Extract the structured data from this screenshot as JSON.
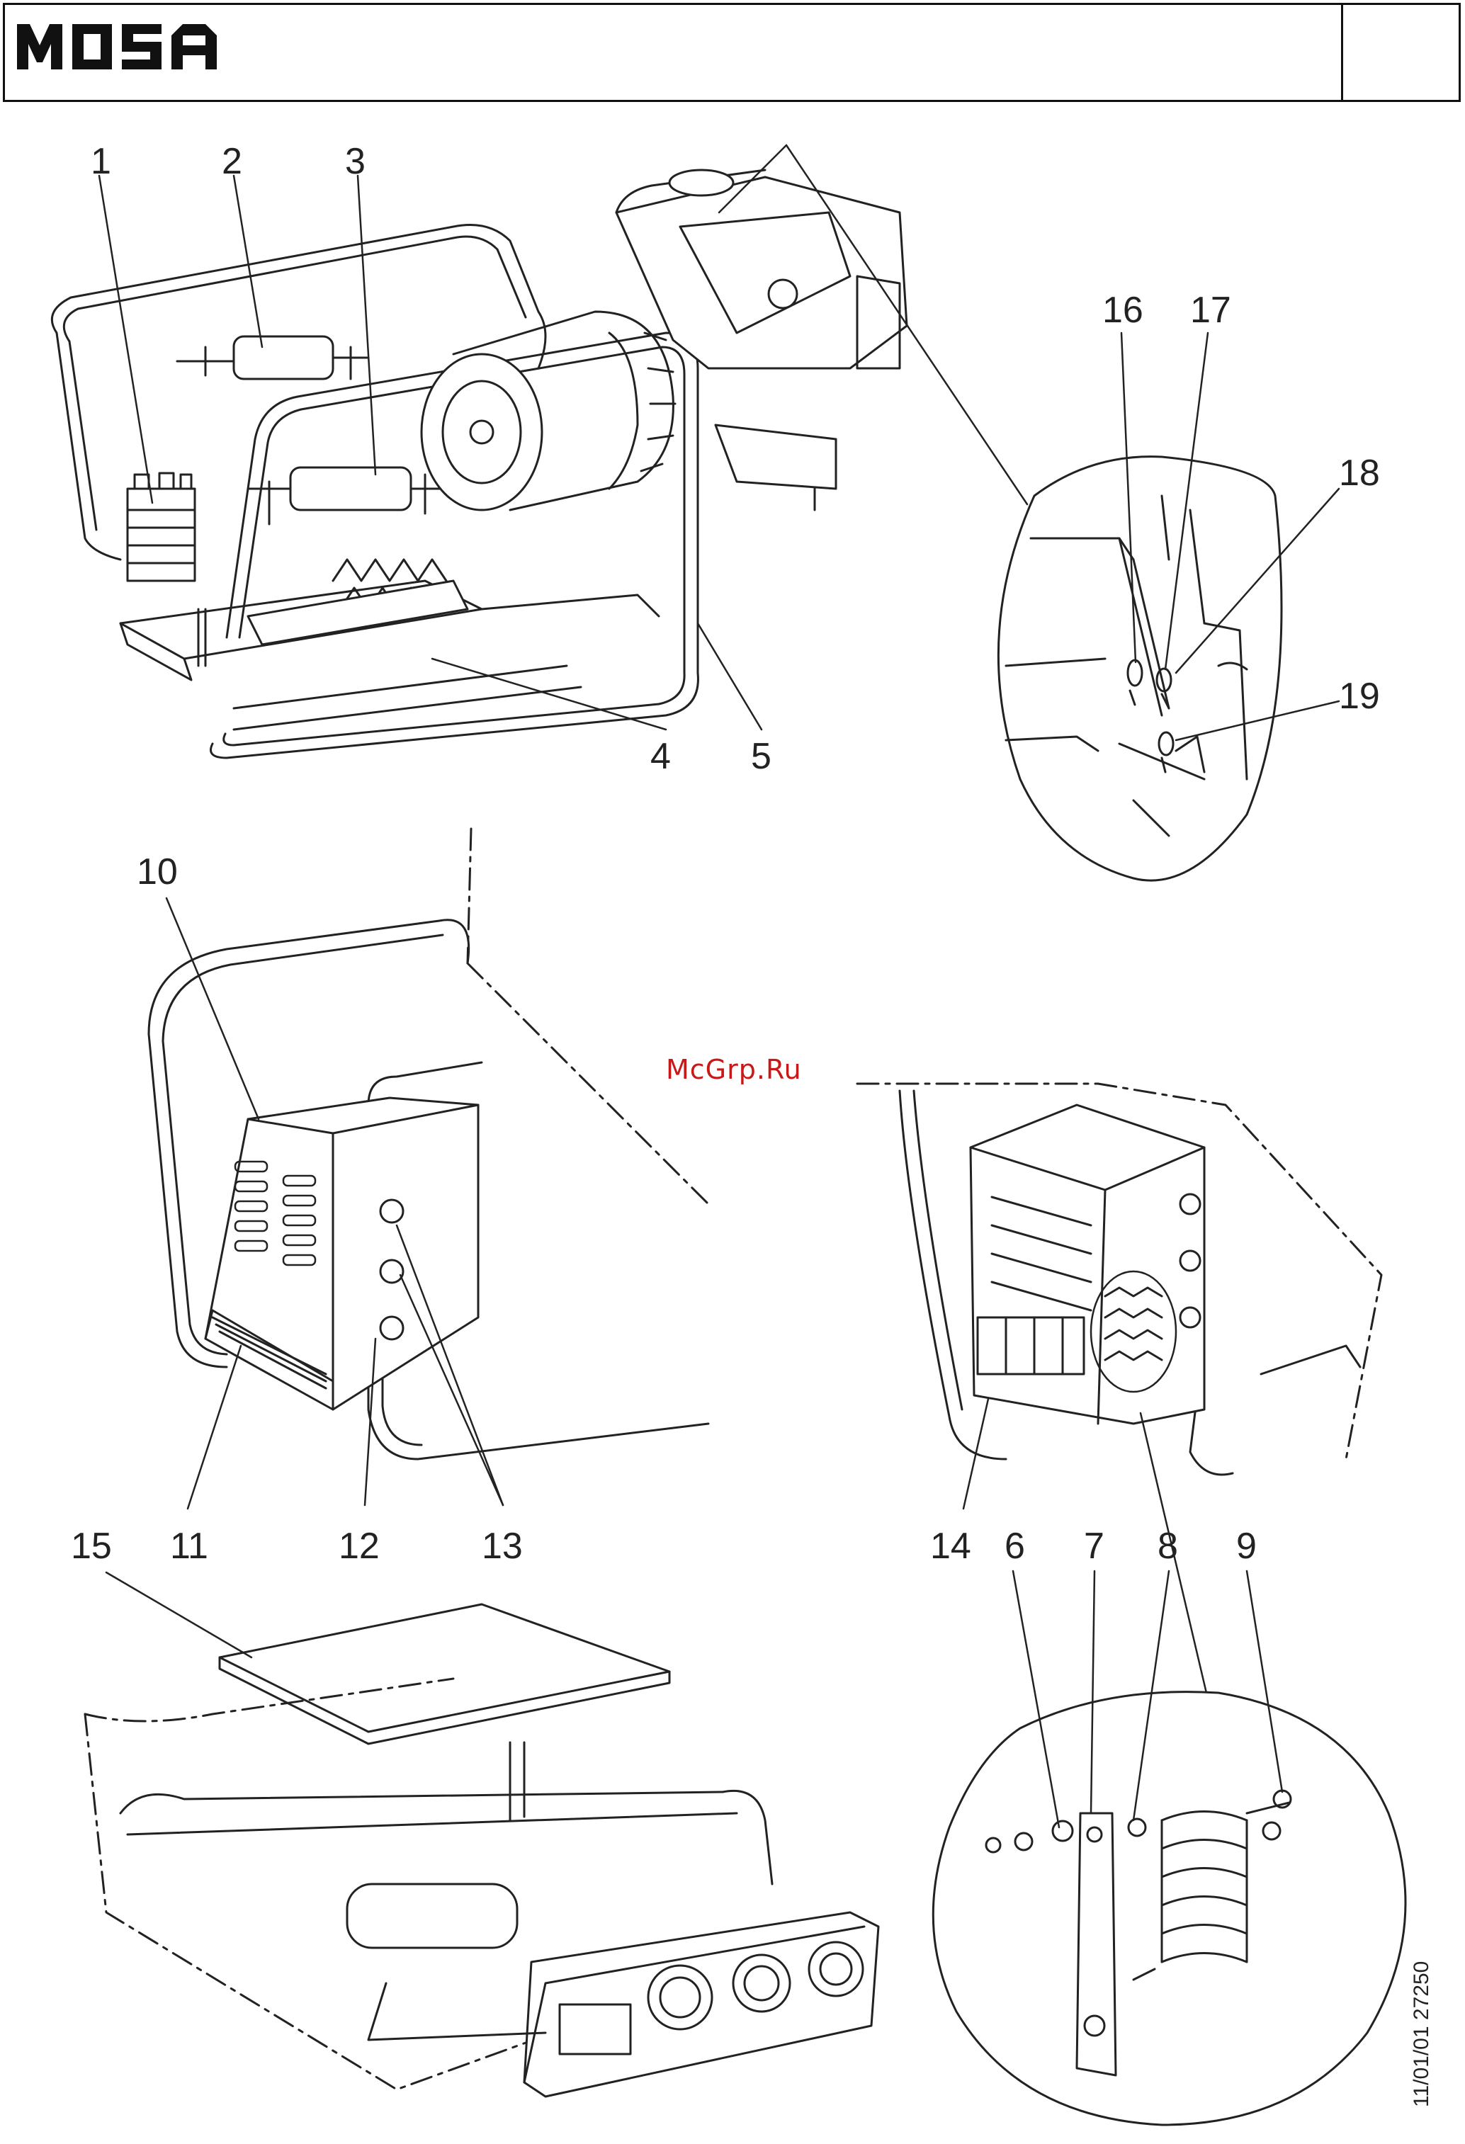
{
  "header": {
    "brand": "MOSA"
  },
  "watermark": "McGrp.Ru",
  "date_code": "11/01/01  27250",
  "callouts": [
    "1",
    "2",
    "3",
    "4",
    "5",
    "6",
    "7",
    "8",
    "9",
    "10",
    "11",
    "12",
    "13",
    "14",
    "15",
    "16",
    "17",
    "18",
    "19"
  ]
}
